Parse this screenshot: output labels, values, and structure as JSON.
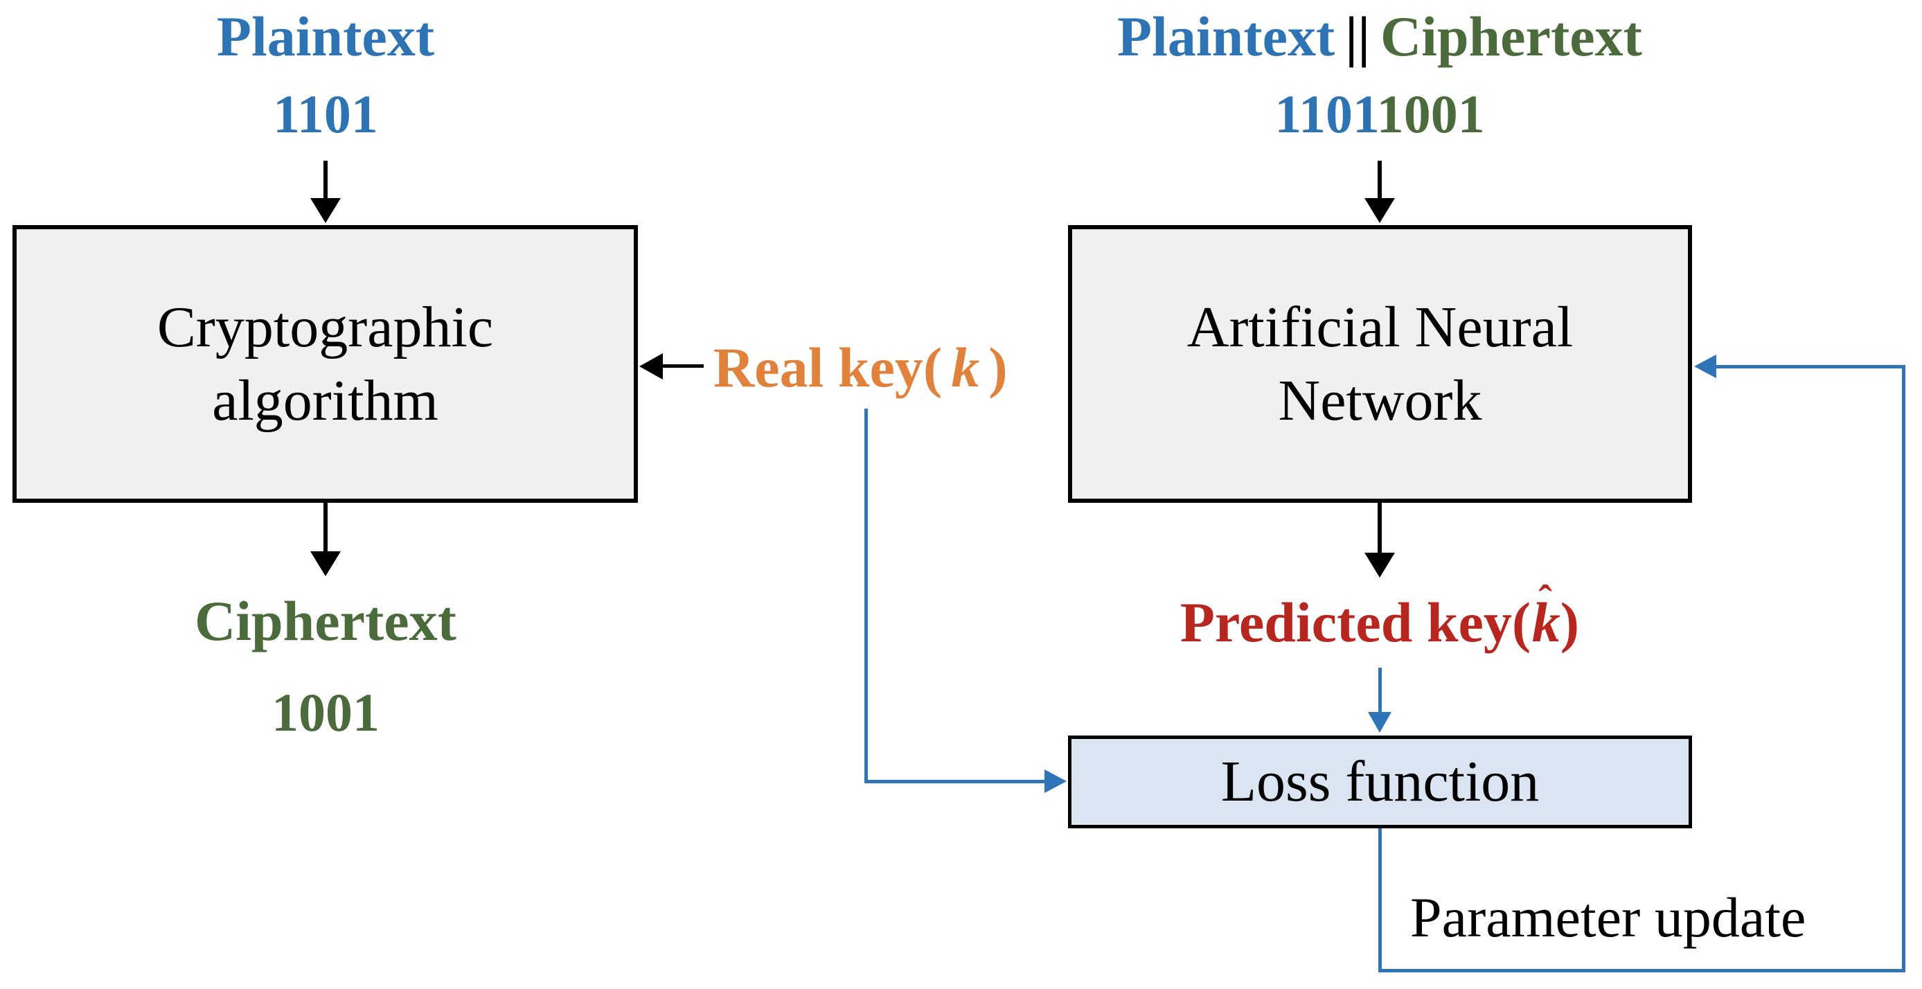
{
  "colors": {
    "blue_text": "#2E74B5",
    "green_text": "#4C6B3C",
    "orange_text": "#E0813C",
    "red_text": "#B7271F",
    "line_blue": "#2E74B6",
    "black": "#000000",
    "box_fill": "#F0F0F0",
    "loss_fill": "#DBE5F1"
  },
  "left_flow": {
    "input_label": "Plaintext",
    "input_value": "1101",
    "box_line1": "Cryptographic",
    "box_line2": "algorithm",
    "output_label": "Ciphertext",
    "output_value": "1001"
  },
  "right_flow": {
    "input_plaintext_label": "Plaintext",
    "input_separator": "||",
    "input_ciphertext_label": "Ciphertext",
    "input_plaintext_value": "1101",
    "input_ciphertext_value": "1001",
    "box_line1": "Artificial Neural",
    "box_line2": "Network",
    "predicted_prefix": "Predicted key(",
    "predicted_var": "k",
    "predicted_hat": "ˆ",
    "predicted_suffix": ")",
    "loss_label": "Loss function",
    "feedback_label": "Parameter update"
  },
  "real_key": {
    "prefix": "Real key(",
    "var": "k",
    "suffix": ")"
  }
}
